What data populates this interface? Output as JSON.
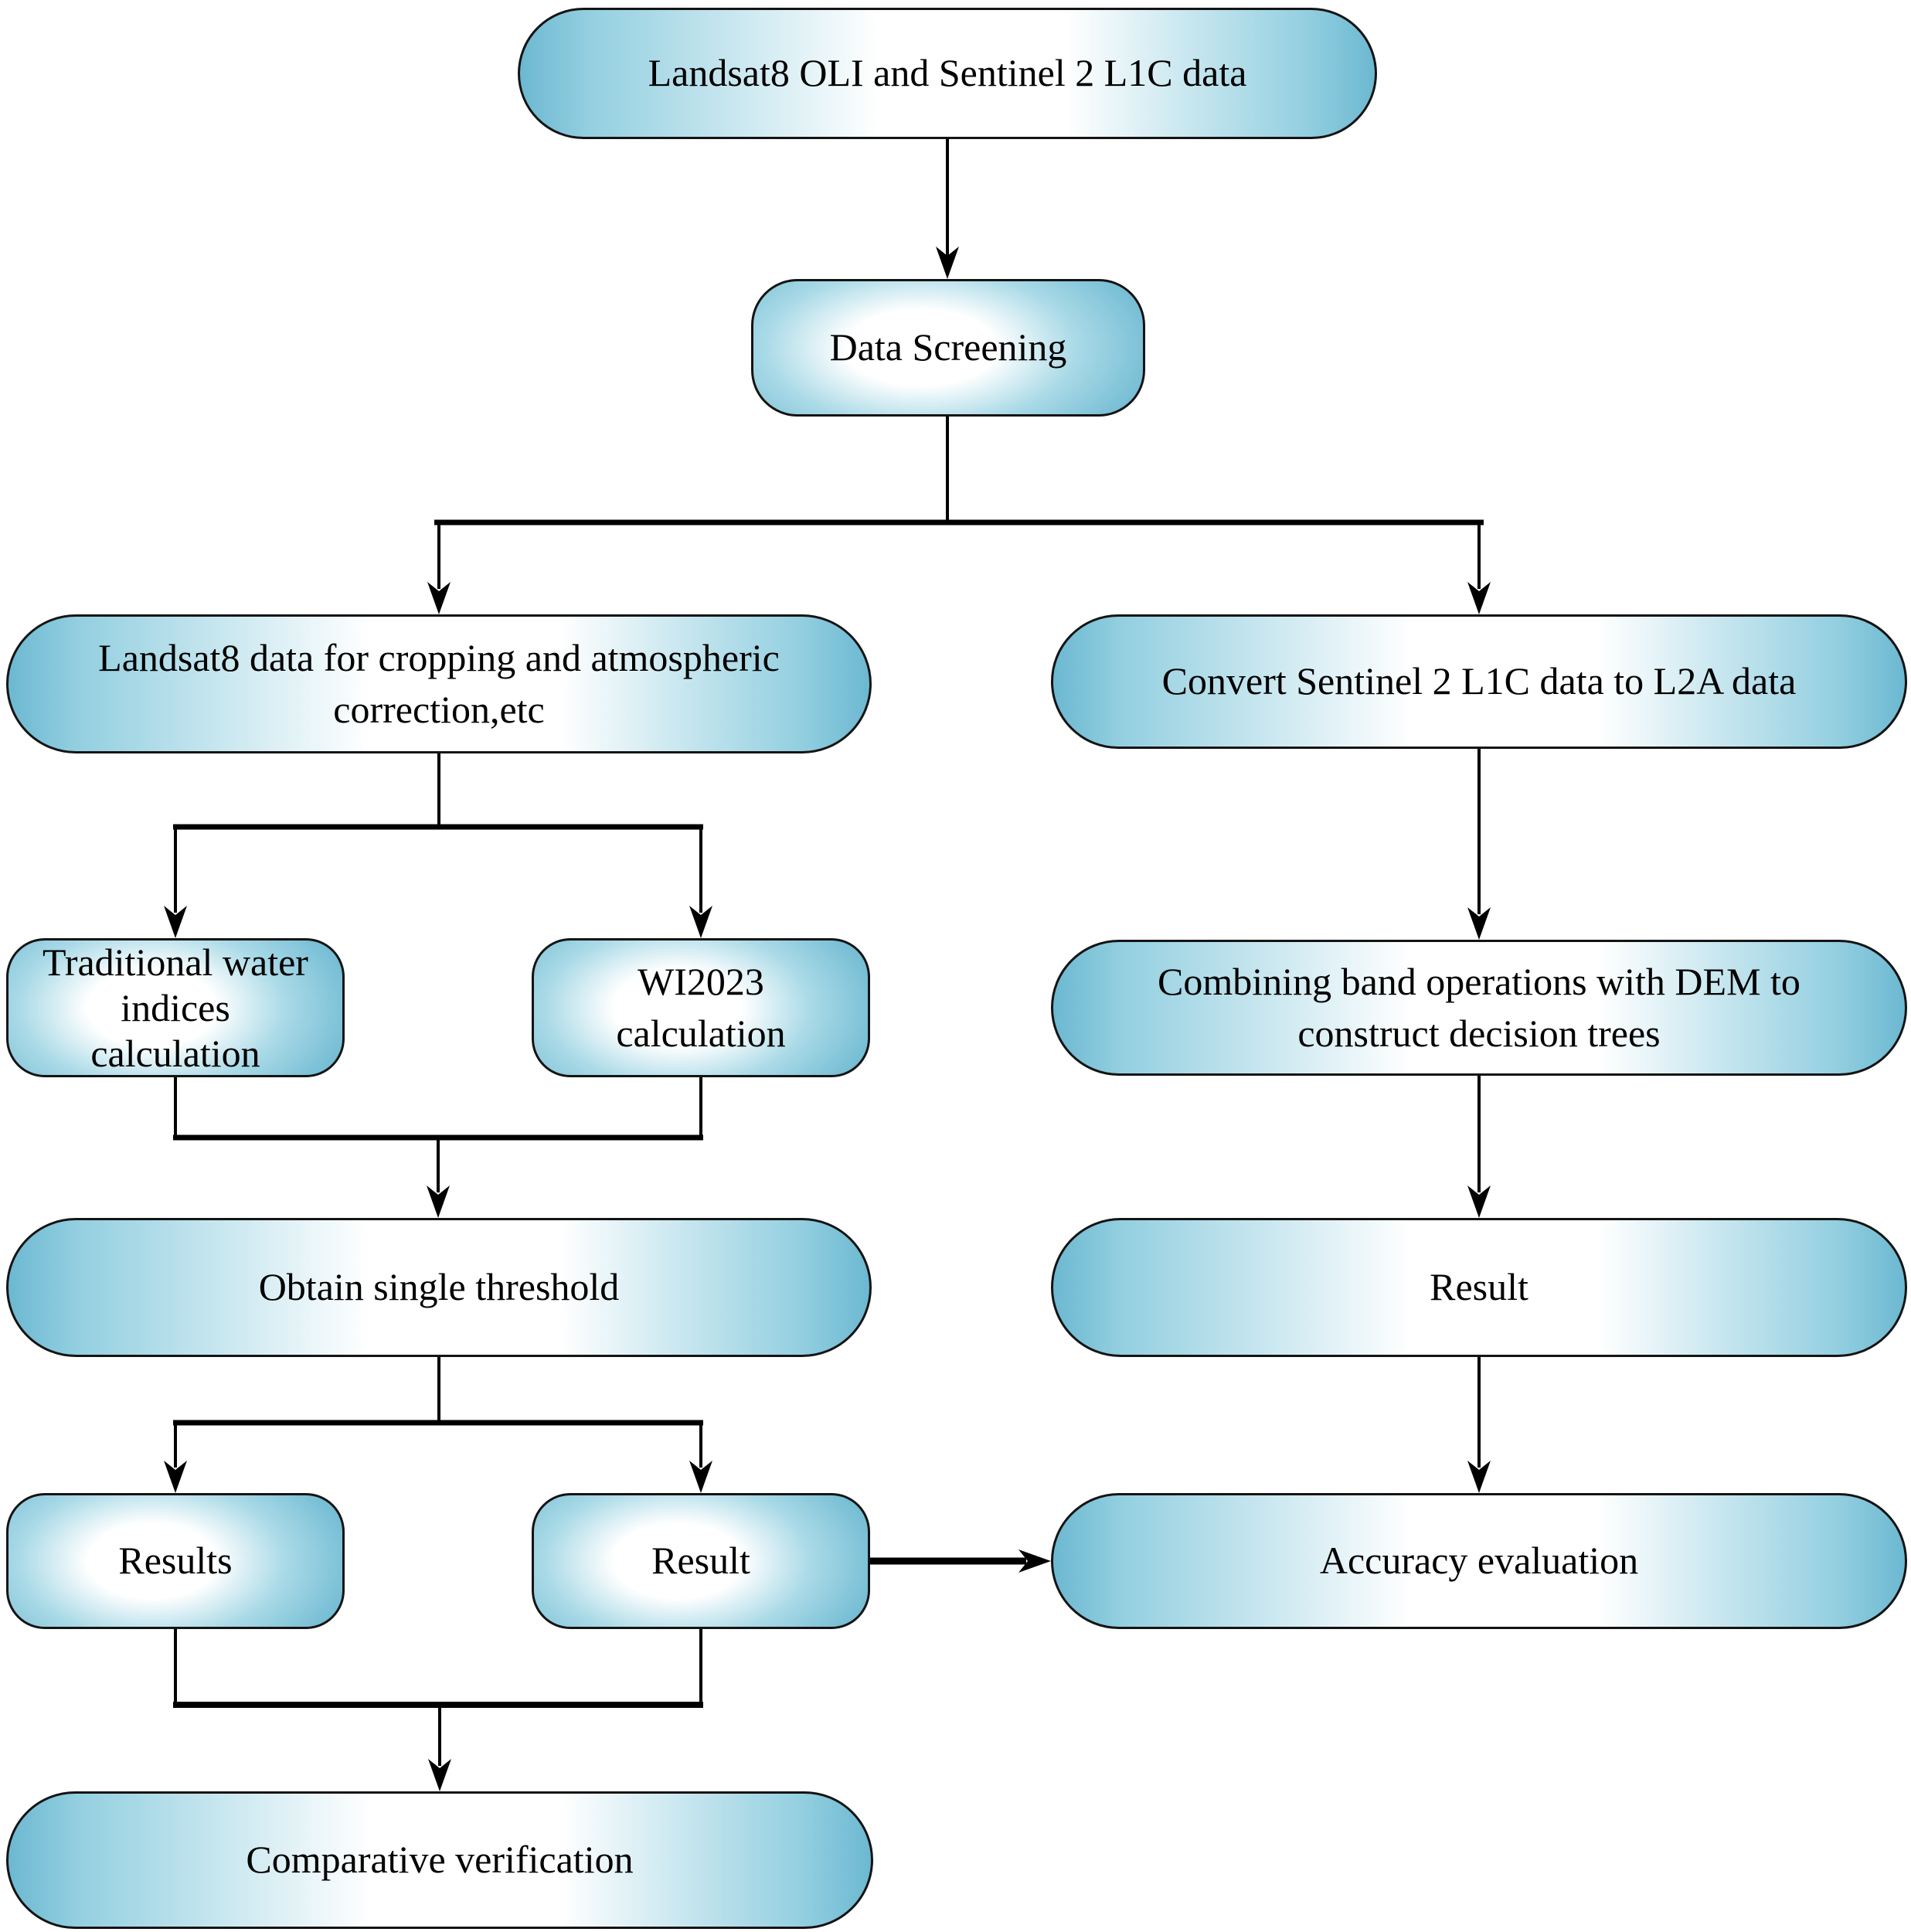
{
  "diagram": {
    "type": "flowchart",
    "nodes": {
      "source": {
        "label": "Landsat8 OLI and Sentinel 2 L1C data"
      },
      "screening": {
        "label": "Data Screening"
      },
      "landsat_prep": {
        "label": "Landsat8 data for cropping and atmospheric correction,etc"
      },
      "sentinel_convert": {
        "label": "Convert Sentinel 2 L1C data to L2A data"
      },
      "traditional_indices": {
        "label": "Traditional water indices calculation"
      },
      "wi2023_calc": {
        "label": "WI2023 calculation"
      },
      "decision_trees": {
        "label": "Combining band operations with DEM to construct decision trees"
      },
      "single_threshold": {
        "label": "Obtain single threshold"
      },
      "sentinel_result": {
        "label": "Result"
      },
      "traditional_results": {
        "label": "Results"
      },
      "wi2023_result": {
        "label": "Result"
      },
      "accuracy_evaluation": {
        "label": "Accuracy evaluation"
      },
      "comparative_verification": {
        "label": "Comparative verification"
      }
    },
    "edges": [
      {
        "from": "source",
        "to": "screening"
      },
      {
        "from": "screening",
        "to": "landsat_prep"
      },
      {
        "from": "screening",
        "to": "sentinel_convert"
      },
      {
        "from": "landsat_prep",
        "to": "traditional_indices"
      },
      {
        "from": "landsat_prep",
        "to": "wi2023_calc"
      },
      {
        "from": "traditional_indices",
        "to": "single_threshold"
      },
      {
        "from": "wi2023_calc",
        "to": "single_threshold"
      },
      {
        "from": "single_threshold",
        "to": "traditional_results"
      },
      {
        "from": "single_threshold",
        "to": "wi2023_result"
      },
      {
        "from": "sentinel_convert",
        "to": "decision_trees"
      },
      {
        "from": "decision_trees",
        "to": "sentinel_result"
      },
      {
        "from": "sentinel_result",
        "to": "accuracy_evaluation"
      },
      {
        "from": "wi2023_result",
        "to": "accuracy_evaluation"
      },
      {
        "from": "traditional_results",
        "to": "comparative_verification"
      },
      {
        "from": "wi2023_result",
        "to": "comparative_verification"
      }
    ],
    "colors": {
      "node_fill_edge": "#6cb8d1",
      "node_fill_center": "#ffffff",
      "node_border": "#141414",
      "connector": "#000000",
      "text": "#000000"
    }
  }
}
